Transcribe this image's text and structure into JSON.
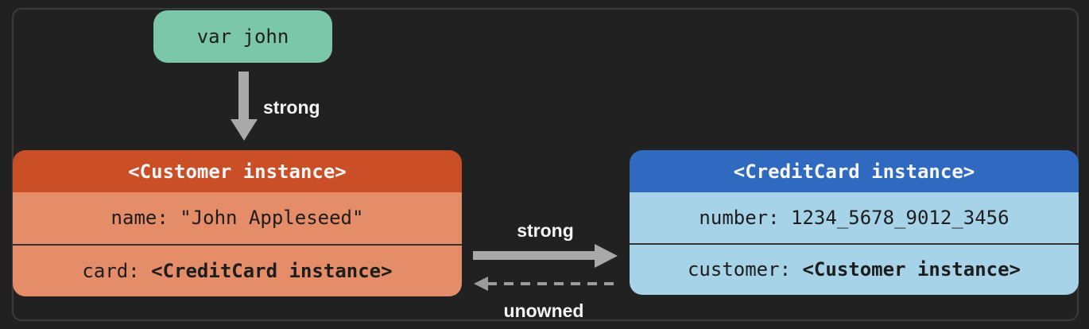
{
  "canvas": {
    "background_color": "#212121",
    "frame_border_color": "#3b3b3b"
  },
  "var_node": {
    "label": "var john",
    "bg_color": "#7ac7ab",
    "text_color": "#1e1e1e"
  },
  "arrows": {
    "var_to_customer": {
      "label": "strong",
      "style": "solid",
      "direction": "down",
      "color": "#a9a9a9"
    },
    "customer_to_card": {
      "label": "strong",
      "style": "solid",
      "direction": "right",
      "color": "#a9a9a9"
    },
    "card_to_customer": {
      "label": "unowned",
      "style": "dashed",
      "direction": "left",
      "color": "#9b9b9b"
    }
  },
  "customer_box": {
    "title": "<Customer instance>",
    "header_bg": "#cb4f26",
    "body_bg": "#e58c68",
    "rows": [
      {
        "label": "name: ",
        "value": "\"John Appleseed\""
      },
      {
        "label": "card: ",
        "value": "<CreditCard instance>"
      }
    ]
  },
  "creditcard_box": {
    "title": "<CreditCard instance>",
    "header_bg": "#2f6ac0",
    "body_bg": "#a7d3e9",
    "rows": [
      {
        "label": "number: ",
        "value": "1234_5678_9012_3456"
      },
      {
        "label": "customer: ",
        "value": "<Customer instance>"
      }
    ]
  }
}
